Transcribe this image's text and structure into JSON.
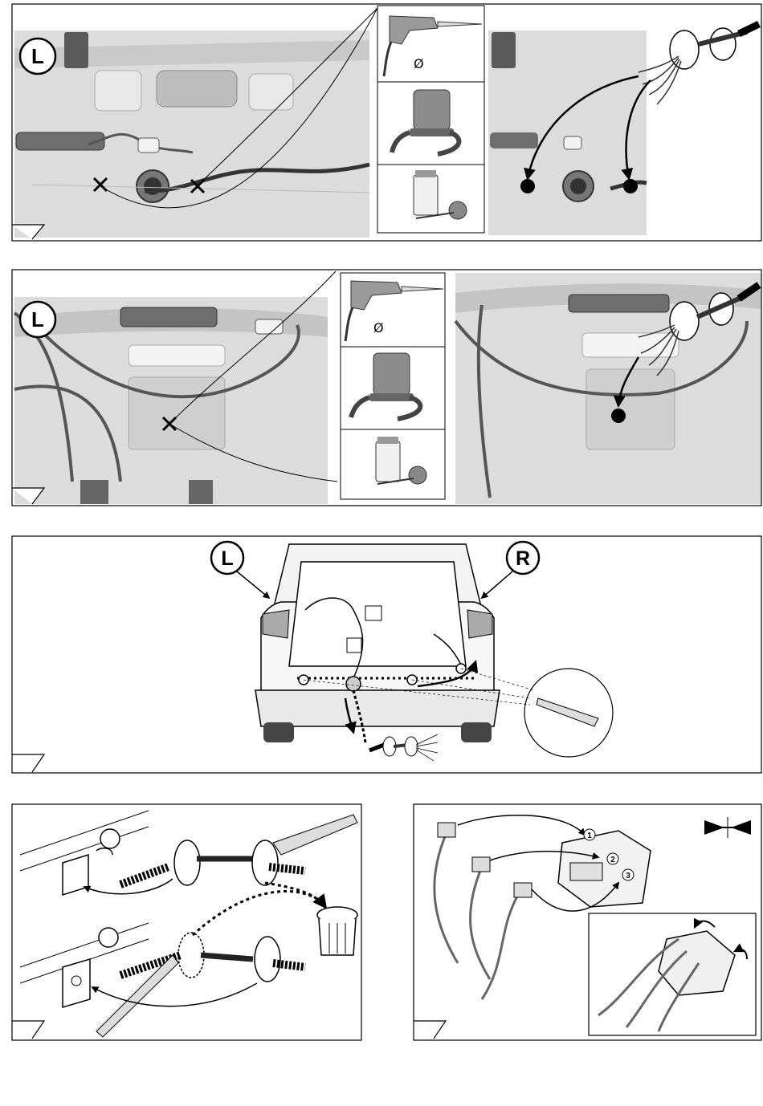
{
  "step1": {
    "side_label": "L",
    "tools": [
      {
        "name": "drill-icon",
        "note": "Ø"
      },
      {
        "name": "vacuum-cleaner-icon"
      },
      {
        "name": "anti-corrosion-paint-icon"
      }
    ]
  },
  "step2": {
    "side_label": "L",
    "tools": [
      {
        "name": "drill-icon",
        "note": "Ø"
      },
      {
        "name": "vacuum-cleaner-icon"
      },
      {
        "name": "anti-corrosion-paint-icon"
      }
    ]
  },
  "step3": {
    "left_label": "L",
    "right_label": "R"
  },
  "step4": {},
  "step5": {
    "connector_steps": [
      "1",
      "2",
      "3"
    ],
    "press_icon": "press-together-icon"
  },
  "colors": {
    "panel_bg": "#dcdcdc",
    "line": "#000000",
    "wire": "#555555"
  }
}
